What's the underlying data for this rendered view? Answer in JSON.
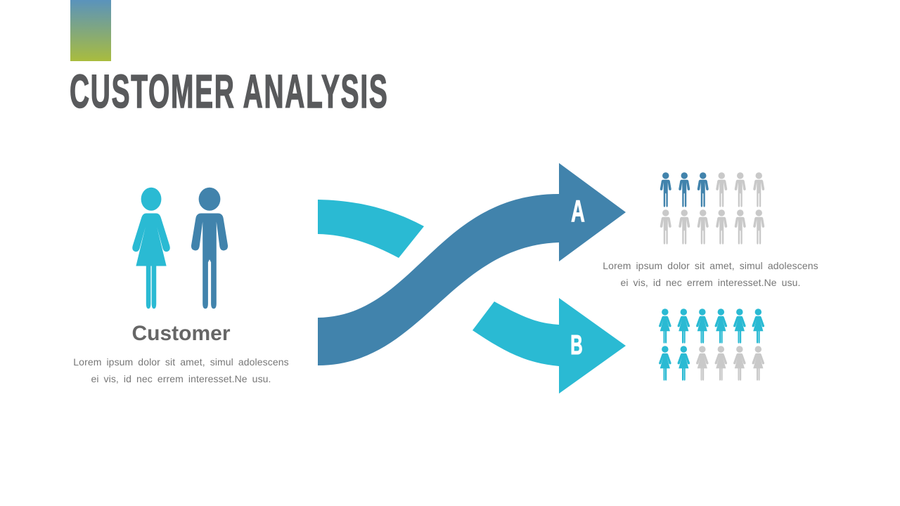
{
  "slide": {
    "title": "CUSTOMER ANALYSIS"
  },
  "colors": {
    "blue": "#4183AC",
    "teal": "#2ABAD3",
    "gray": "#C9C9C9",
    "white": "#FFFFFF",
    "title_text": "#595A5C",
    "heading_text": "#666666",
    "body_text": "#777777",
    "gradient_top": "#5A93BC",
    "gradient_bottom": "#A9BC3E"
  },
  "customer": {
    "heading": "Customer",
    "description": {
      "line1": "Lorem ipsum dolor sit amet, simul adolescens",
      "line2": "ei vis, id nec errem interesset.Ne usu."
    }
  },
  "segments": {
    "description": {
      "line1": "Lorem ipsum dolor sit amet, simul adolescens",
      "line2": "ei vis, id nec errem interesset.Ne usu."
    },
    "a": {
      "label": "A",
      "icon_type": "male",
      "highlighted": 3,
      "total": 12,
      "pictograph": [
        [
          "blue",
          "blue",
          "blue",
          "gray",
          "gray",
          "gray"
        ],
        [
          "gray",
          "gray",
          "gray",
          "gray",
          "gray",
          "gray"
        ]
      ]
    },
    "b": {
      "label": "B",
      "icon_type": "female",
      "highlighted": 8,
      "total": 12,
      "pictograph": [
        [
          "teal",
          "teal",
          "teal",
          "teal",
          "teal",
          "teal"
        ],
        [
          "teal",
          "teal",
          "gray",
          "gray",
          "gray",
          "gray"
        ]
      ]
    }
  }
}
